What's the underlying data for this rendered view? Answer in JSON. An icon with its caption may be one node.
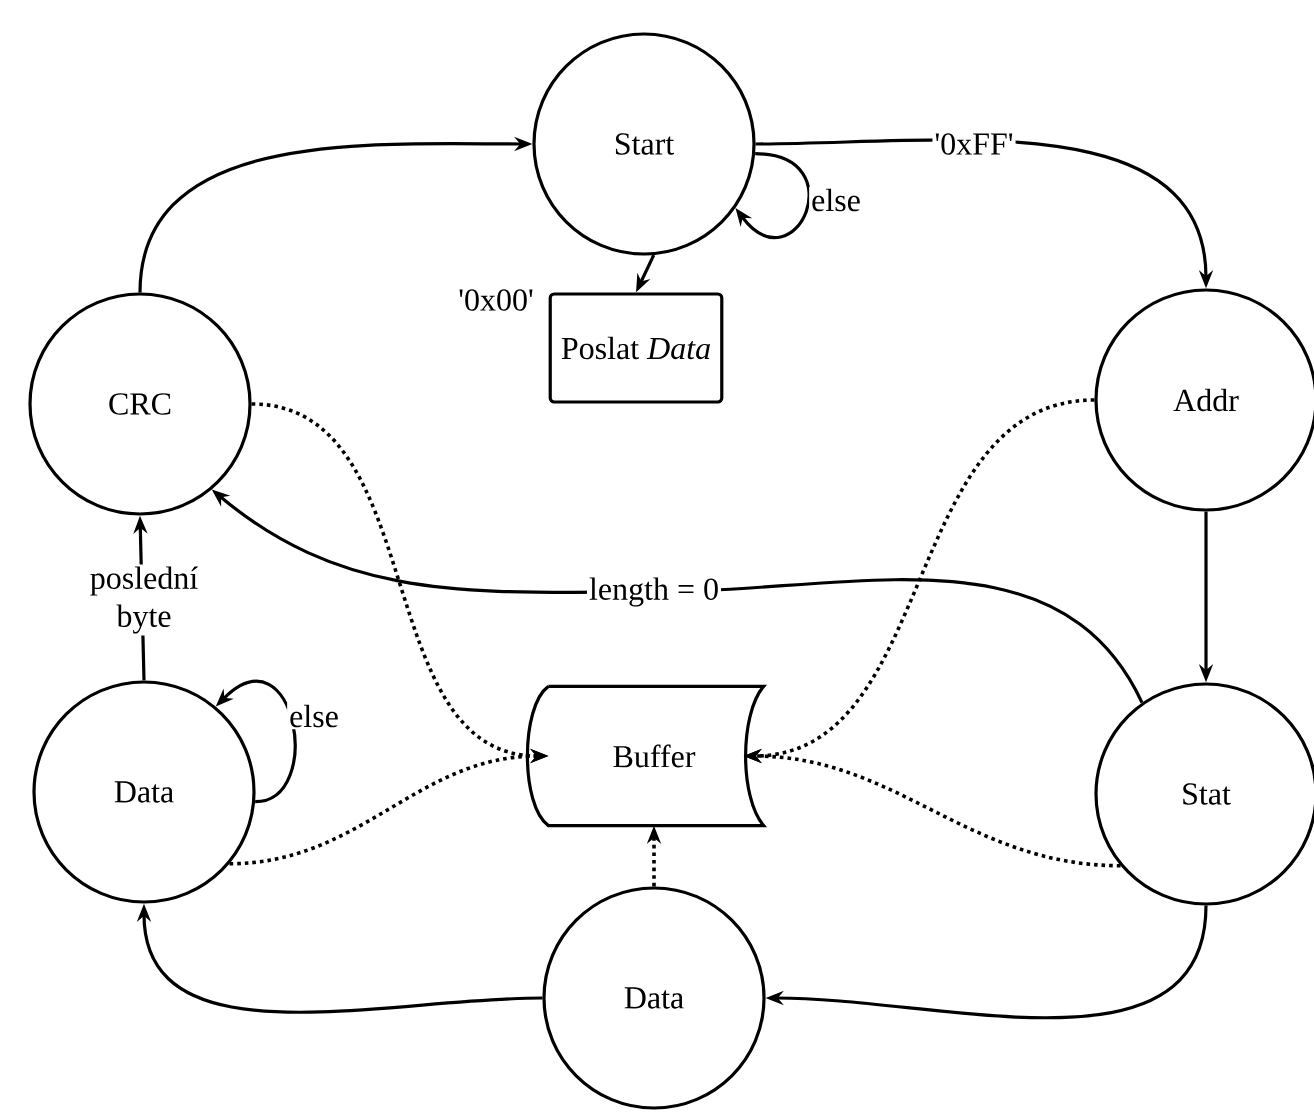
{
  "diagram": {
    "nodes": [
      {
        "text": [
          "Start"
        ]
      },
      {
        "text": [
          "Poslat *Data*"
        ]
      },
      {
        "text": [
          "CRC"
        ]
      },
      {
        "text": [
          "Addr"
        ]
      },
      {
        "text": [
          "Buffer"
        ]
      },
      {
        "text": [
          "Data"
        ]
      },
      {
        "text": [
          "Stat"
        ]
      },
      {
        "text": [
          "Data"
        ]
      }
    ],
    "edges": [
      {
        "from": 2,
        "to": 0,
        "arrow": "to"
      },
      {
        "from": 0,
        "to": 1,
        "arrow": "to",
        "label": "'0x00'"
      },
      {
        "from": 0,
        "to": 0,
        "arrow": "to",
        "label": "else"
      },
      {
        "from": 0,
        "to": 3,
        "arrow": "to",
        "label": "'0xFF'"
      },
      {
        "from": 3,
        "to": 6,
        "arrow": "to"
      },
      {
        "from": 6,
        "to": 2,
        "arrow": "to",
        "label": "length = 0"
      },
      {
        "from": 6,
        "to": 7,
        "arrow": "to"
      },
      {
        "from": 7,
        "to": 5,
        "arrow": "to"
      },
      {
        "from": 5,
        "to": 2,
        "arrow": "to",
        "label": "poslední byte"
      },
      {
        "from": 5,
        "to": 5,
        "arrow": "to",
        "label": "else"
      },
      {
        "from": 2,
        "to": 4,
        "arrow": "to",
        "style": "dashed"
      },
      {
        "from": 3,
        "to": 4,
        "arrow": "to",
        "style": "dashed"
      },
      {
        "from": 6,
        "to": 4,
        "arrow": "to",
        "style": "dashed"
      },
      {
        "from": 5,
        "to": 4,
        "arrow": "to",
        "style": "dashed"
      },
      {
        "from": 7,
        "to": 4,
        "arrow": "to",
        "style": "dashed"
      }
    ]
  }
}
